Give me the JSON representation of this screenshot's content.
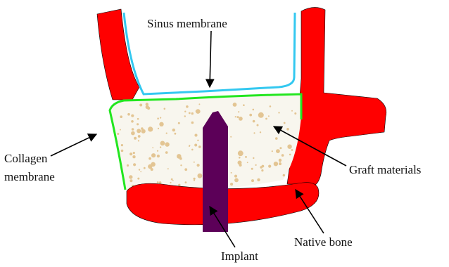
{
  "labels": {
    "sinus_membrane": "Sinus membrane",
    "collagen_membrane_line1": "Collagen",
    "collagen_membrane_line2": "membrane",
    "graft_materials": "Graft materials",
    "native_bone": "Native bone",
    "implant": "Implant"
  },
  "colors": {
    "bone": "#ff0000",
    "sinus_membrane": "#33c8f0",
    "collagen_membrane": "#22e61f",
    "graft_fill": "#f8f6ee",
    "graft_particles": "#e3c593",
    "implant": "#5c0058",
    "arrow": "#000000",
    "outline": "#000000"
  }
}
